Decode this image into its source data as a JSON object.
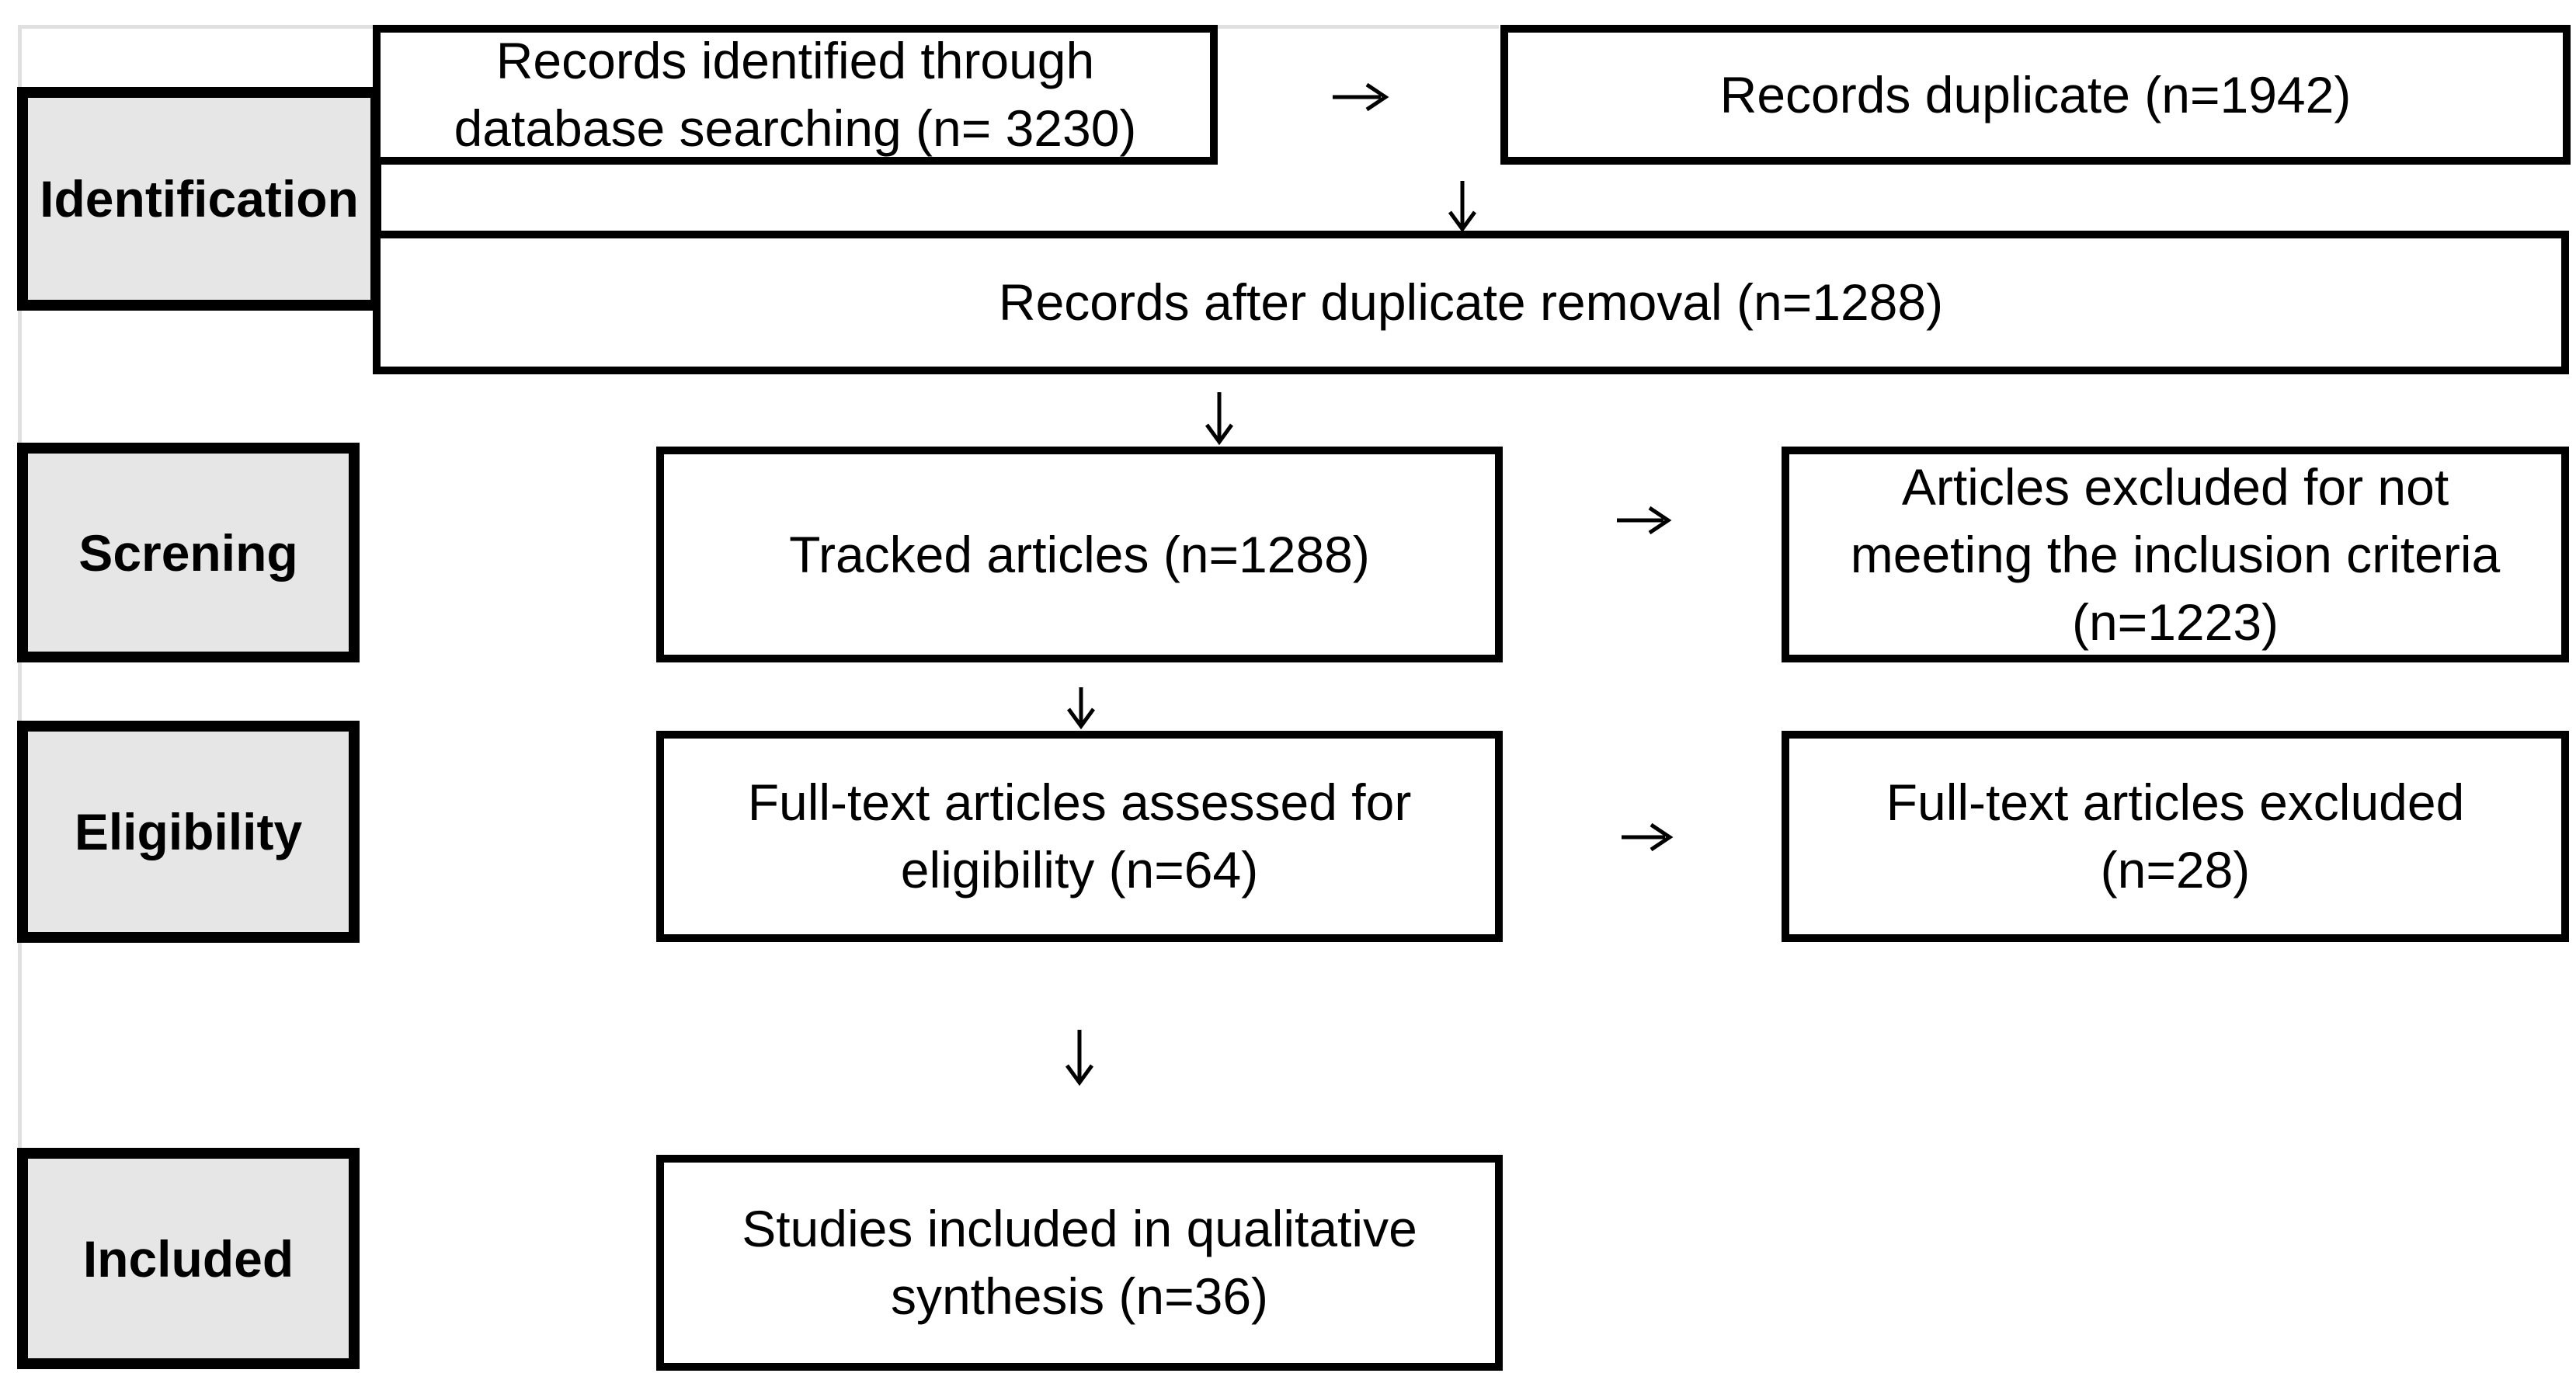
{
  "colors": {
    "border": "#000000",
    "stage_fill": "#e6e6e6",
    "box_fill": "#ffffff",
    "guide_line": "#e0e0e0",
    "text": "#000000"
  },
  "stages": [
    {
      "label": "Identification"
    },
    {
      "label": "Screning"
    },
    {
      "label": "Eligibility"
    },
    {
      "label": "Included"
    }
  ],
  "boxes": {
    "identified": "Records identified through\ndatabase searching (n= 3230)",
    "duplicates": "Records duplicate (n=1942)",
    "after_removal": "Records after duplicate removal (n=1288)",
    "tracked": "Tracked articles (n=1288)",
    "excluded_screening": "Articles excluded for not\nmeeting the inclusion criteria\n(n=1223)",
    "fulltext_assessed": "Full-text articles assessed for\neligibility (n=64)",
    "fulltext_excluded": "Full-text articles excluded\n(n=28)",
    "included_studies": "Studies included in qualitative\nsynthesis (n=36)"
  }
}
